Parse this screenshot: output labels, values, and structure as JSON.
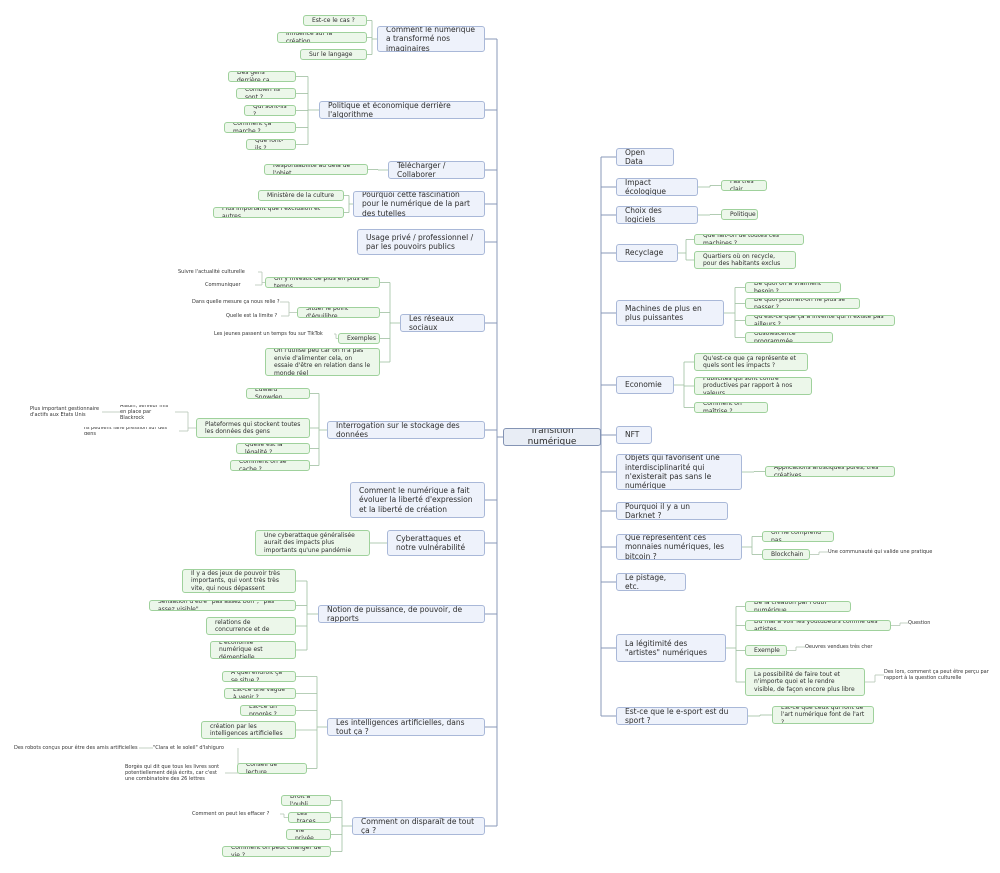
{
  "diagram": {
    "root": "Transition numérique",
    "nodes": [
      {
        "id": "L1",
        "text": "Comment le numérique a transformé nos imaginaires"
      },
      {
        "id": "L1a",
        "text": "Est-ce le cas ?"
      },
      {
        "id": "L1b",
        "text": "Influence sur la création"
      },
      {
        "id": "L1c",
        "text": "Sur le langage"
      },
      {
        "id": "L2",
        "text": "Politique et économique derrière l'algorithme"
      },
      {
        "id": "L2a",
        "text": "Des gens derrière ça"
      },
      {
        "id": "L2b",
        "text": "Combien ils sont ?"
      },
      {
        "id": "L2c",
        "text": "Qui sont-ils ?"
      },
      {
        "id": "L2d",
        "text": "Comment ça marche ?"
      },
      {
        "id": "L2e",
        "text": "Que font-ils ?"
      },
      {
        "id": "L3",
        "text": "Télécharger / Collaborer"
      },
      {
        "id": "L3a",
        "text": "Responsabilité au delà de l'objet"
      },
      {
        "id": "L4",
        "text": "Pourquoi cette fascination pour le numérique de la part des tutelles"
      },
      {
        "id": "L4a",
        "text": "Ministère de la culture"
      },
      {
        "id": "L4b",
        "text": "Plus important que l'exclusion et autres"
      },
      {
        "id": "L5",
        "text": "Usage privé / professionnel / par les pouvoirs publics"
      },
      {
        "id": "L6",
        "text": "Les réseaux sociaux"
      },
      {
        "id": "L6a",
        "text": "On y investit de plus en plus de temps"
      },
      {
        "id": "L6a1",
        "text": "Suivre l'actualité culturelle"
      },
      {
        "id": "L6a2",
        "text": "Communiquer"
      },
      {
        "id": "L6b",
        "text": "Situer le point d'équilibre"
      },
      {
        "id": "L6b1",
        "text": "Dans quelle mesure ça nous relie ?"
      },
      {
        "id": "L6b2",
        "text": "Quelle est la limite ?"
      },
      {
        "id": "L6c",
        "text": "Exemples"
      },
      {
        "id": "L6c1",
        "text": "Les jeunes passent un temps fou sur TikTok"
      },
      {
        "id": "L6d",
        "text": "On l'utilise peu car on n'a pas envie d'alimenter cela, on essaie d'être en relation dans le monde réel"
      },
      {
        "id": "L7",
        "text": "Interrogation sur le stockage des données"
      },
      {
        "id": "L7a",
        "text": "Edward Snowden"
      },
      {
        "id": "L7b",
        "text": "Plateformes qui stockent toutes les données des gens"
      },
      {
        "id": "L7b1",
        "text": "Aladin, serveur mis en place par Blackrock"
      },
      {
        "id": "L7b1a",
        "text": "Plus important gestionnaire d'actifs aux Etats Unis"
      },
      {
        "id": "L7b2",
        "text": "Ils peuvent faire pression sur des gens"
      },
      {
        "id": "L7c",
        "text": "Quelle est la légalité ?"
      },
      {
        "id": "L7d",
        "text": "Comment on se cache ?"
      },
      {
        "id": "L8",
        "text": "Comment le numérique a fait évoluer la liberté d'expression et la liberté de création"
      },
      {
        "id": "L9",
        "text": "Cyberattaques et notre vulnérabilité"
      },
      {
        "id": "L9a",
        "text": "Une cyberattaque généralisée aurait des impacts plus importants qu'une pandémie"
      },
      {
        "id": "L10",
        "text": "Notion de puissance, de pouvoir, de rapports"
      },
      {
        "id": "L10a",
        "text": "Il y a des jeux de pouvoir très importants, qui vont très très vite, qui nous dépassent"
      },
      {
        "id": "L10b",
        "text": "Sensation d'être \"pas assez bon\", \"pas assez visible\""
      },
      {
        "id": "L10c",
        "text": "Ca exacerbe des relations de concurrence et de pouvoir"
      },
      {
        "id": "L10d",
        "text": "L'économie numérique est démentielle"
      },
      {
        "id": "L11",
        "text": "Les intelligences artificielles, dans tout ça ?"
      },
      {
        "id": "L11a",
        "text": "A quel endroit ça se situe ?"
      },
      {
        "id": "L11b",
        "text": "Est-ce une vague à venir ?"
      },
      {
        "id": "L11c",
        "text": "Est-ce un progrès ?"
      },
      {
        "id": "L11d",
        "text": "La question de la création par les intelligences artificielles ?"
      },
      {
        "id": "L11e",
        "text": "Conseil de lecture"
      },
      {
        "id": "L11e1",
        "text": "\"Clara et le soleil\" d'Ishiguro"
      },
      {
        "id": "L11e1a",
        "text": "Des robots conçus pour être des amis artificielles"
      },
      {
        "id": "L11e2",
        "text": "Borgès qui dit que tous les livres sont potentiellement déjà écrits, car c'est une combinatoire des 26 lettres"
      },
      {
        "id": "L12",
        "text": "Comment on disparaît de tout ça ?"
      },
      {
        "id": "L12a",
        "text": "Droit à l'oubli"
      },
      {
        "id": "L12b",
        "text": "Les traces"
      },
      {
        "id": "L12b1",
        "text": "Comment on peut les effacer ?"
      },
      {
        "id": "L12c",
        "text": "Vie privée"
      },
      {
        "id": "L12d",
        "text": "Comment on peut changer de vie ?"
      },
      {
        "id": "R1",
        "text": "Open Data"
      },
      {
        "id": "R2",
        "text": "Impact écologique"
      },
      {
        "id": "R2a",
        "text": "Pas très clair"
      },
      {
        "id": "R3",
        "text": "Choix des logiciels"
      },
      {
        "id": "R3a",
        "text": "Politique"
      },
      {
        "id": "R4",
        "text": "Recyclage"
      },
      {
        "id": "R4a",
        "text": "Que fait-on de toutes ces machines ?"
      },
      {
        "id": "R4b",
        "text": "Quartiers où on recycle, pour des habitants exclus"
      },
      {
        "id": "R5",
        "text": "Machines de plus en plus puissantes"
      },
      {
        "id": "R5a",
        "text": "De quoi on a vraiment besoin ?"
      },
      {
        "id": "R5b",
        "text": "De quoi pourrait-on ne plus se passer ?"
      },
      {
        "id": "R5c",
        "text": "Qu'est-ce que ça a inventé qui n'existe pas ailleurs ?"
      },
      {
        "id": "R5d",
        "text": "Obsolescence programmée"
      },
      {
        "id": "R6",
        "text": "Economie"
      },
      {
        "id": "R6a",
        "text": "Qu'est-ce que ça représente et quels sont les impacts ?"
      },
      {
        "id": "R6b",
        "text": "Publicités qui sont contre productives par rapport à nos valeurs"
      },
      {
        "id": "R6c",
        "text": "Comment on maîtrise ?"
      },
      {
        "id": "R7",
        "text": "NFT"
      },
      {
        "id": "R8",
        "text": "Objets qui favorisent une interdisciplinarité qui n'existerait pas sans le numérique"
      },
      {
        "id": "R8a",
        "text": "Applications artistiques pures, très créatives"
      },
      {
        "id": "R9",
        "text": "Pourquoi il y a un Darknet ?"
      },
      {
        "id": "R10",
        "text": "Que représentent ces monnaies numériques, les bitcoin ?"
      },
      {
        "id": "R10a",
        "text": "On ne comprend pas"
      },
      {
        "id": "R10b",
        "text": "Blockchain"
      },
      {
        "id": "R10b1",
        "text": "Une communauté qui valide une pratique"
      },
      {
        "id": "R11",
        "text": "Le pistage, etc."
      },
      {
        "id": "R12",
        "text": "La légitimité des \"artistes\" numériques"
      },
      {
        "id": "R12a",
        "text": "De la création par l'outil numérique"
      },
      {
        "id": "R12b",
        "text": "Du mal à voir les youtubeurs comme des artistes"
      },
      {
        "id": "R12b1",
        "text": "Question"
      },
      {
        "id": "R12c",
        "text": "Exemple"
      },
      {
        "id": "R12c1",
        "text": "Oeuvres vendues très cher"
      },
      {
        "id": "R12d",
        "text": "La possibilité de faire tout et n'importe quoi et le rendre visible, de façon encore plus libre"
      },
      {
        "id": "R12d1",
        "text": "Des lors, comment ça peut être perçu par rapport à la question culturelle"
      },
      {
        "id": "R13",
        "text": "Est-ce que le e-sport est du sport ?"
      },
      {
        "id": "R13a",
        "text": "Est-ce que ceux qui font de l'art numérique font de l'art ?"
      }
    ]
  }
}
